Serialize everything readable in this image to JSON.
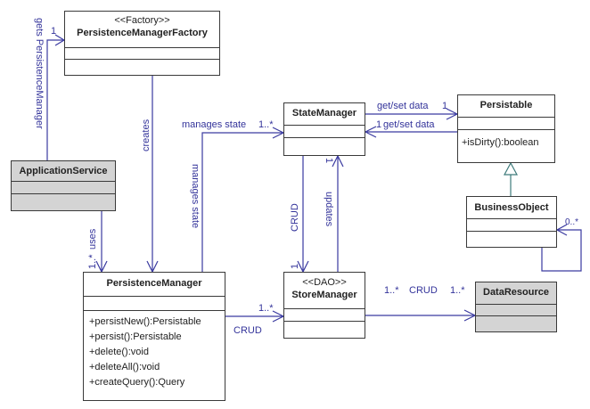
{
  "classes": {
    "factory": {
      "stereotype": "<<Factory>>",
      "name": "PersistenceManagerFactory"
    },
    "appService": {
      "name": "ApplicationService"
    },
    "persistenceManager": {
      "name": "PersistenceManager",
      "operations": [
        "+persistNew():Persistable",
        "+persist():Persistable",
        "+delete():void",
        "+deleteAll():void",
        "+createQuery():Query"
      ]
    },
    "stateManager": {
      "name": "StateManager"
    },
    "storeManager": {
      "stereotype": "<<DAO>>",
      "name": "StoreManager"
    },
    "persistable": {
      "name": "Persistable",
      "operations": [
        "+isDirty():boolean"
      ]
    },
    "businessObject": {
      "name": "BusinessObject"
    },
    "dataResource": {
      "name": "DataResource"
    }
  },
  "associations": {
    "getsPM": {
      "label": "gets PersistenceManager",
      "mult": "1"
    },
    "creates": {
      "label": "creates"
    },
    "uses": {
      "label": "uses",
      "mult": "1..*"
    },
    "managesStateTop": {
      "label": "manages state",
      "mult": "1..*"
    },
    "managesStateVert": {
      "label": "manages state"
    },
    "getSetTop": {
      "label": "get/set data",
      "mult": "1"
    },
    "getSetBottom": {
      "label": "get/set data",
      "mult": "1"
    },
    "crudVert": {
      "label": "CRUD",
      "mult": "1"
    },
    "updates": {
      "label": "updates",
      "mult": "1"
    },
    "crudPM": {
      "label": "CRUD",
      "mult": "1..*"
    },
    "crudDR": {
      "label": "CRUD",
      "mult_left": "1..*",
      "mult_right": "1..*"
    },
    "selfBO": {
      "mult": "0..*"
    }
  },
  "colors": {
    "line": "#3a3aa0",
    "generalization": "#3d7a7a",
    "border": "#3a3a3a",
    "grey_fill": "#d4d4d4"
  }
}
